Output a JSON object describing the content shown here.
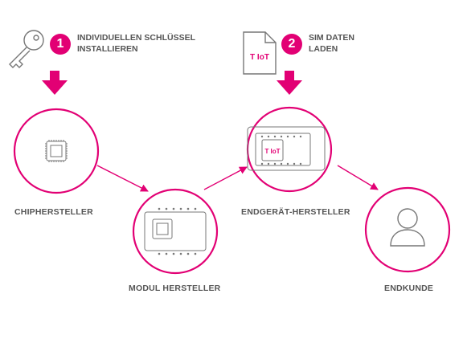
{
  "steps": [
    {
      "number": "1",
      "text_line1": "INDIVIDUELLEN SCHLÜSSEL",
      "text_line2": "INSTALLIEREN"
    },
    {
      "number": "2",
      "text_line1": "SIM DATEN",
      "text_line2": "LADEN"
    }
  ],
  "sim_card_text": "T IoT",
  "chip_label_text": "T IoT",
  "nodes": [
    {
      "label": "CHIPHERSTELLER"
    },
    {
      "label": "MODUL HERSTELLER"
    },
    {
      "label": "ENDGERÄT-HERSTELLER"
    },
    {
      "label": "ENDKUNDE"
    }
  ],
  "colors": {
    "accent": "#e20074",
    "text": "#555555",
    "line": "#666666"
  },
  "icons": [
    "key-icon",
    "sim-document-icon",
    "chip-icon",
    "module-icon",
    "device-icon",
    "user-icon"
  ]
}
